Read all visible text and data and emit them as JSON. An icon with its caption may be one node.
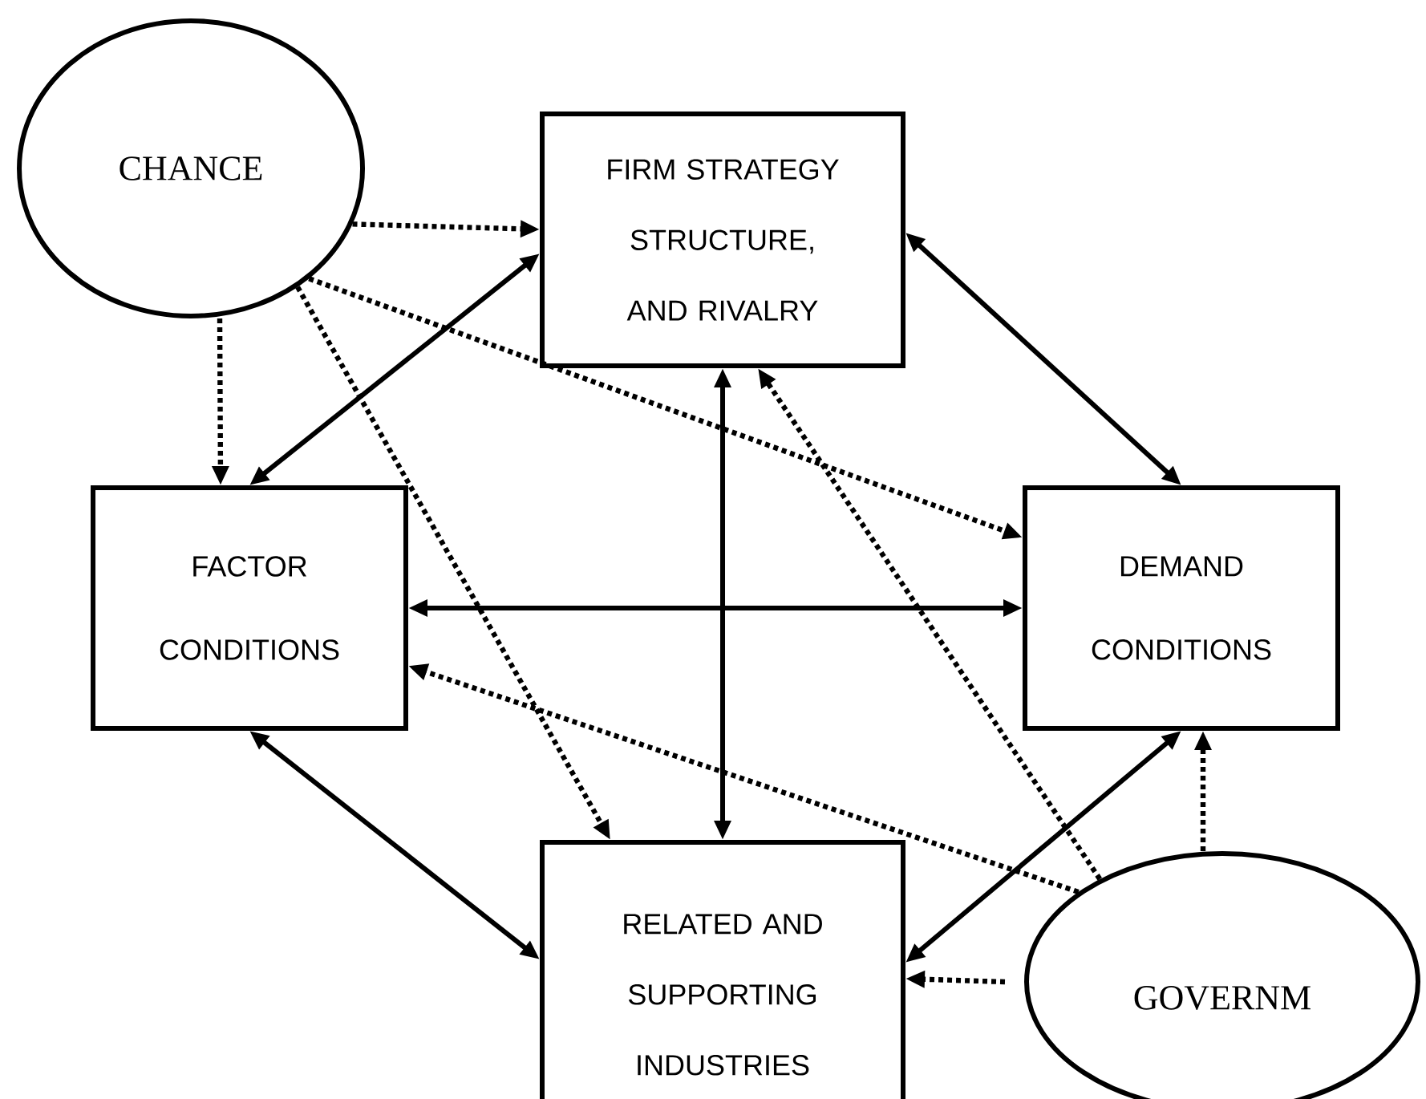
{
  "diagram": {
    "nodes": [
      {
        "text": [
          "CHANCE"
        ]
      },
      {
        "text": [
          "FIRM STRATEGY STRUCTURE, AND RIVALRY"
        ]
      },
      {
        "text": [
          "FACTOR CONDITIONS"
        ]
      },
      {
        "text": [
          "DEMAND CONDITIONS"
        ]
      },
      {
        "text": [
          "RELATED AND SUPPORTING INDUSTRIES"
        ]
      },
      {
        "text": [
          "GOVERNM"
        ]
      }
    ],
    "edges": [
      {
        "from": 0,
        "to": 1,
        "arrow": "to",
        "style": "dashed"
      },
      {
        "from": 0,
        "to": 2,
        "arrow": "to",
        "style": "dashed"
      },
      {
        "from": 0,
        "to": 3,
        "arrow": "to",
        "style": "dashed"
      },
      {
        "from": 0,
        "to": 4,
        "arrow": "to",
        "style": "dashed"
      },
      {
        "from": 1,
        "to": 2,
        "arrow": "both"
      },
      {
        "from": 1,
        "to": 3,
        "arrow": "both"
      },
      {
        "from": 1,
        "to": 4,
        "arrow": "both"
      },
      {
        "from": 2,
        "to": 3,
        "arrow": "both"
      },
      {
        "from": 2,
        "to": 4,
        "arrow": "both"
      },
      {
        "from": 3,
        "to": 4,
        "arrow": "both"
      },
      {
        "from": 5,
        "to": 2,
        "arrow": "to",
        "style": "dashed"
      },
      {
        "from": 5,
        "to": 1,
        "arrow": "to",
        "style": "dashed"
      },
      {
        "from": 5,
        "to": 3,
        "arrow": "to",
        "style": "dashed"
      },
      {
        "from": 5,
        "to": 4,
        "arrow": "to",
        "style": "dashed"
      }
    ]
  }
}
